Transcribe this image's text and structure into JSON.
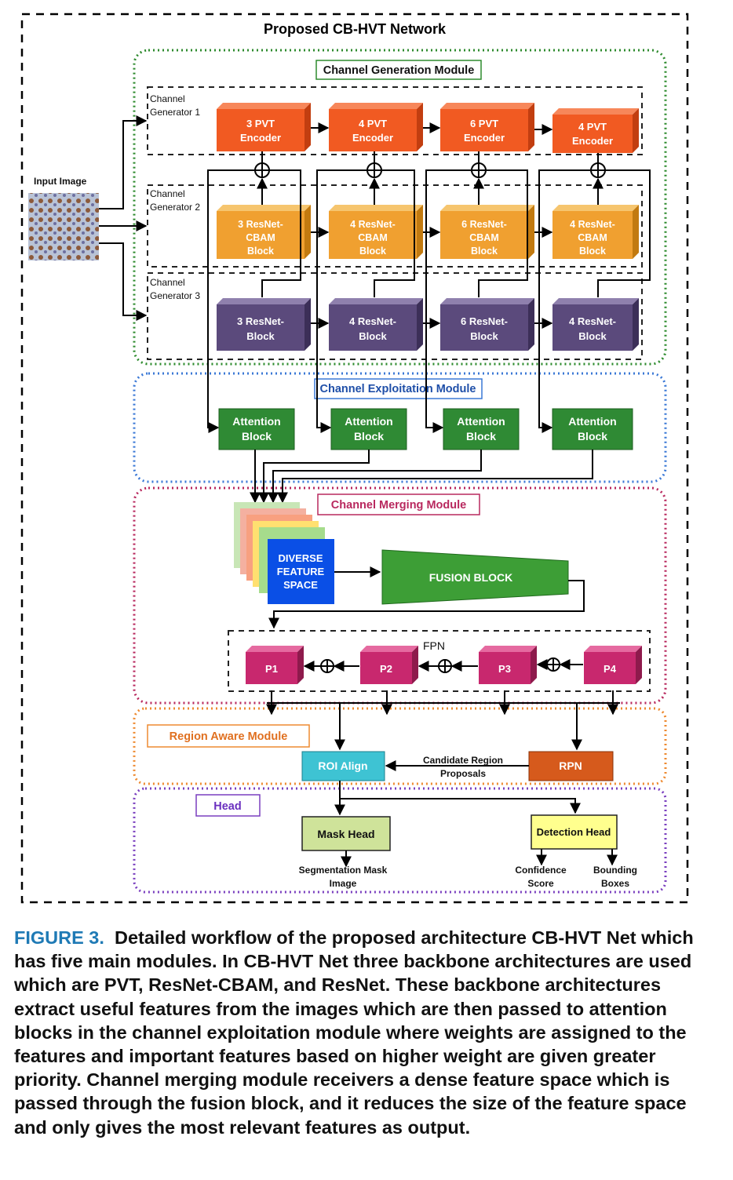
{
  "diagram": {
    "title": "Proposed CB-HVT Network",
    "input_label": "Input Image",
    "modules": {
      "channel_generation": "Channel Generation Module",
      "channel_exploitation": "Channel Exploitation Module",
      "channel_merging": "Channel Merging Module",
      "region_aware": "Region Aware Module",
      "head": "Head"
    },
    "generators": [
      {
        "line1": "Channel",
        "line2": "Generator 1"
      },
      {
        "line1": "Channel",
        "line2": "Generator 2"
      },
      {
        "line1": "Channel",
        "line2": "Generator 3"
      }
    ],
    "pvt_blocks": [
      [
        "3 PVT",
        "Encoder"
      ],
      [
        "4 PVT",
        "Encoder"
      ],
      [
        "6 PVT",
        "Encoder"
      ],
      [
        "4 PVT",
        "Encoder"
      ]
    ],
    "cbam_blocks": [
      [
        "3 ResNet-",
        "CBAM",
        "Block"
      ],
      [
        "4 ResNet-",
        "CBAM",
        "Block"
      ],
      [
        "6 ResNet-",
        "CBAM",
        "Block"
      ],
      [
        "4 ResNet-",
        "CBAM",
        "Block"
      ]
    ],
    "resnet_blocks": [
      [
        "3 ResNet-",
        "Block"
      ],
      [
        "4 ResNet-",
        "Block"
      ],
      [
        "6 ResNet-",
        "Block"
      ],
      [
        "4 ResNet-",
        "Block"
      ]
    ],
    "attention_blocks": [
      [
        "Attention",
        "Block"
      ],
      [
        "Attention",
        "Block"
      ],
      [
        "Attention",
        "Block"
      ],
      [
        "Attention",
        "Block"
      ]
    ],
    "diverse_feature_space": [
      "DIVERSE",
      "FEATURE",
      "SPACE"
    ],
    "fusion_block": "FUSION BLOCK",
    "fpn_label": "FPN",
    "pyramid": [
      "P1",
      "P2",
      "P3",
      "P4"
    ],
    "roi_align": "ROI Align",
    "rpn": "RPN",
    "candidate_region": [
      "Candidate Region",
      "Proposals"
    ],
    "mask_head": "Mask Head",
    "detection_head": "Detection Head",
    "outputs": {
      "segmentation": [
        "Segmentation Mask",
        "Image"
      ],
      "confidence": [
        "Confidence",
        "Score"
      ],
      "bounding": [
        "Bounding",
        "Boxes"
      ]
    },
    "colors": {
      "pvt": "#f15a22",
      "cbam": "#f0a030",
      "resnet": "#5b4a7c",
      "attention": "#2f8a34",
      "fusion": "#3d9e36",
      "diverse": "#0a4fe6",
      "pyramid": "#c8286e",
      "roi": "#3ec3d3",
      "rpn": "#d65a1c",
      "mask_head": "#cfe39a",
      "detection_head": "#ffff8e"
    }
  },
  "caption": {
    "figure_label": "FIGURE 3.",
    "text": "Detailed workflow of the proposed architecture CB-HVT Net which has five main modules. In CB-HVT Net three backbone architectures are used which are PVT, ResNet-CBAM, and ResNet. These backbone architectures extract useful features from the images which are then passed to attention blocks in the channel exploitation module where weights are assigned to the features and important features based on higher weight are given greater priority. Channel merging module receivers a dense feature space which is passed through the fusion block, and it reduces the size of the feature space and only gives the most relevant features as output."
  }
}
